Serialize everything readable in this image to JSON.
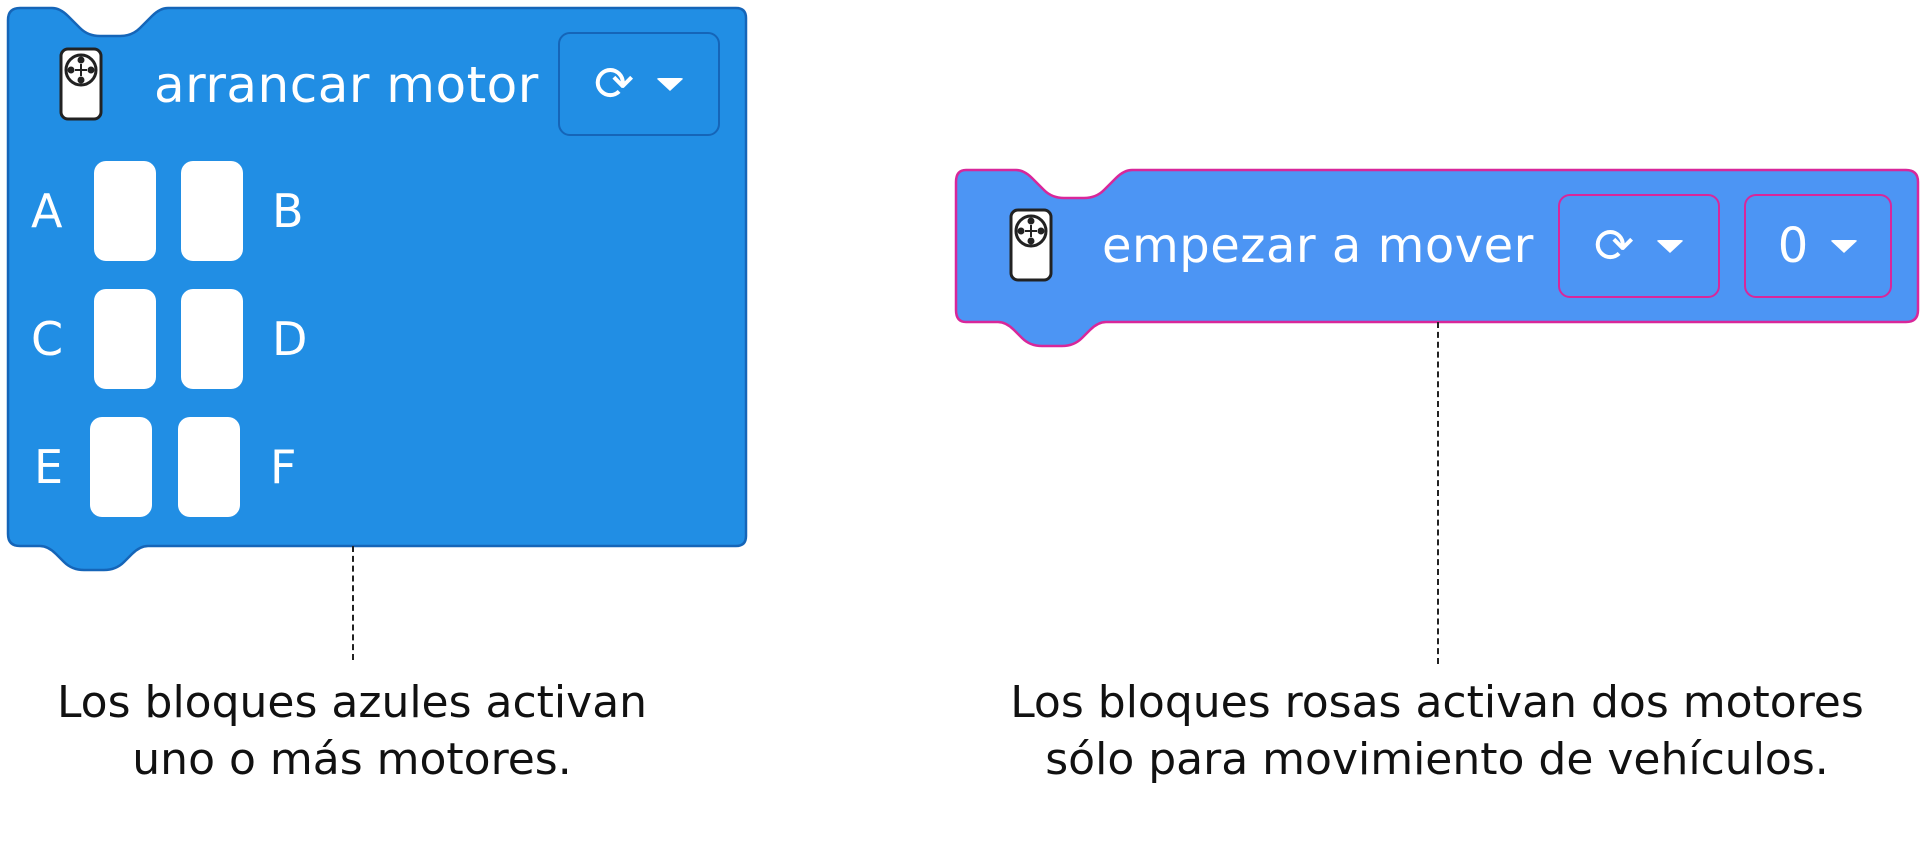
{
  "blue_block": {
    "title": "arrancar motor",
    "icon": "motor-hub-icon",
    "direction_icon": "⟳",
    "direction_icon_name": "clockwise-arrow-icon",
    "color": "#218ee4",
    "border_color": "#1565b8",
    "ports": [
      {
        "label": "A"
      },
      {
        "label": "B"
      },
      {
        "label": "C"
      },
      {
        "label": "D"
      },
      {
        "label": "E"
      },
      {
        "label": "F"
      }
    ]
  },
  "pink_block": {
    "title": "empezar a mover",
    "icon": "motor-hub-icon",
    "direction_icon": "⟳",
    "direction_icon_name": "clockwise-arrow-icon",
    "speed_value": "0",
    "color": "#4c95f4",
    "border_color": "#d8279a"
  },
  "captions": {
    "blue": [
      "Los bloques azules activan",
      "uno o más motores."
    ],
    "pink": [
      "Los bloques rosas activan dos motores",
      "sólo para movimiento de vehículos."
    ]
  }
}
